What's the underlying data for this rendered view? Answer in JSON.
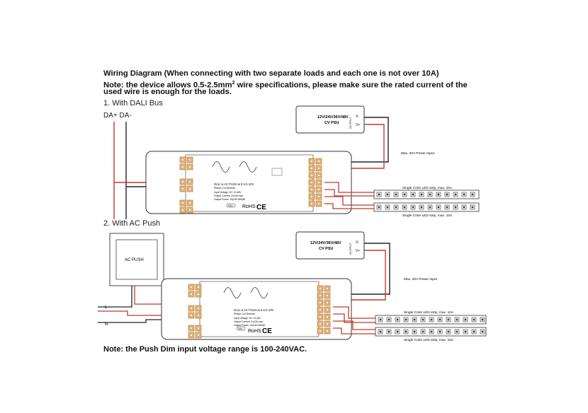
{
  "header": {
    "title": "Wiring Diagram (When connecting with two separate loads and each one is not over 10A)",
    "note_line1_pre": "Note: the device allows 0.5-2.5mm",
    "note_line1_sup": "2",
    "note_line1_post": " wire specifications, please make sure the rated current of the",
    "note_line2": "used wire is enough for the loads."
  },
  "section1": {
    "title": "1. With DALI Bus",
    "bus_label": "DA+ DA-",
    "psu_label_1": "12V/24V/36V/48V",
    "psu_label_2": "CV PSU",
    "psu_output": "OUTPUT",
    "psu_vminus": "V-",
    "psu_vplus": "V+",
    "power_input": "Max. 20A Power Input",
    "strip_label_1": "Single Color LED strip, max. 10A",
    "strip_label_2": "Single Color LED strip, max. 10A"
  },
  "section2": {
    "title": "2. With AC Push",
    "switch_label": "AC PUSH",
    "l_label": "L",
    "n_label": "N",
    "psu_label_1": "12V/24V/36V/48V",
    "psu_label_2": "CV PSU",
    "psu_output": "OUTPUT",
    "psu_vminus": "V-",
    "psu_vplus": "V+",
    "power_input": "Max. 20A Power Input",
    "strip_label_1": "Single Color LED strip, max. 10A",
    "strip_label_2": "Single Color LED strip, max. 10A"
  },
  "device": {
    "model_line": "DALI & AC PUSH & 0-1/1-10V",
    "model_sub": "Phase Cut Dimmer",
    "spec_1": "Input Voltage: DC 12-48V",
    "spec_2": "Output Current: 2x10A max",
    "spec_3": "Output Power: 2x(240-960)W",
    "rohs": "RoHS",
    "ce": "CE",
    "dali_badge": "DALI"
  },
  "footer": {
    "note": "Note: the Push Dim input voltage range is 100-240VAC."
  }
}
